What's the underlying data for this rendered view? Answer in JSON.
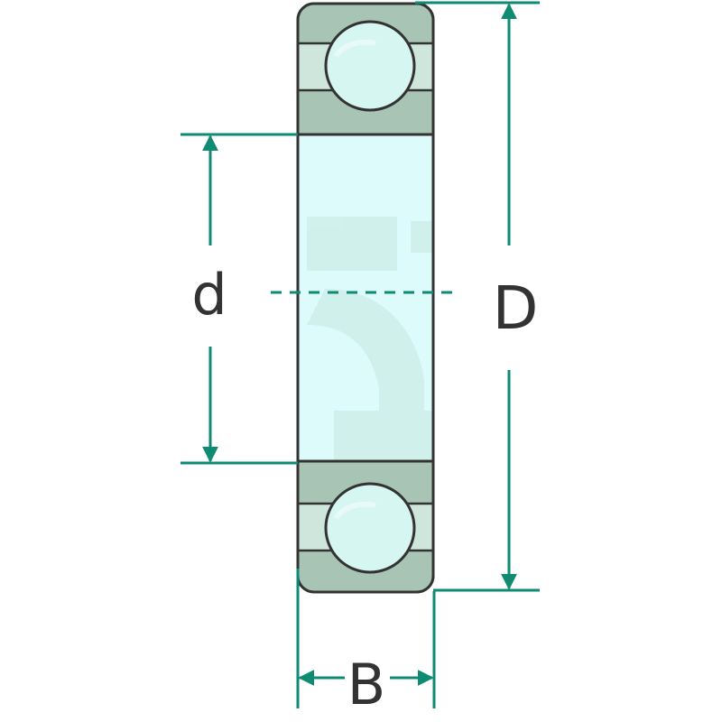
{
  "diagram": {
    "labels": {
      "inner_diameter": "d",
      "outer_diameter": "D",
      "width": "B"
    },
    "colors": {
      "dimension_lines": "#0f8a73",
      "outline": "#333333",
      "bore_fill": "#ddfbfb",
      "ring_fill": "#a8c4b5",
      "groove_fill": "#cfe6dc",
      "ball_fill": "#d6f6f2",
      "label_text": "#333333"
    }
  }
}
